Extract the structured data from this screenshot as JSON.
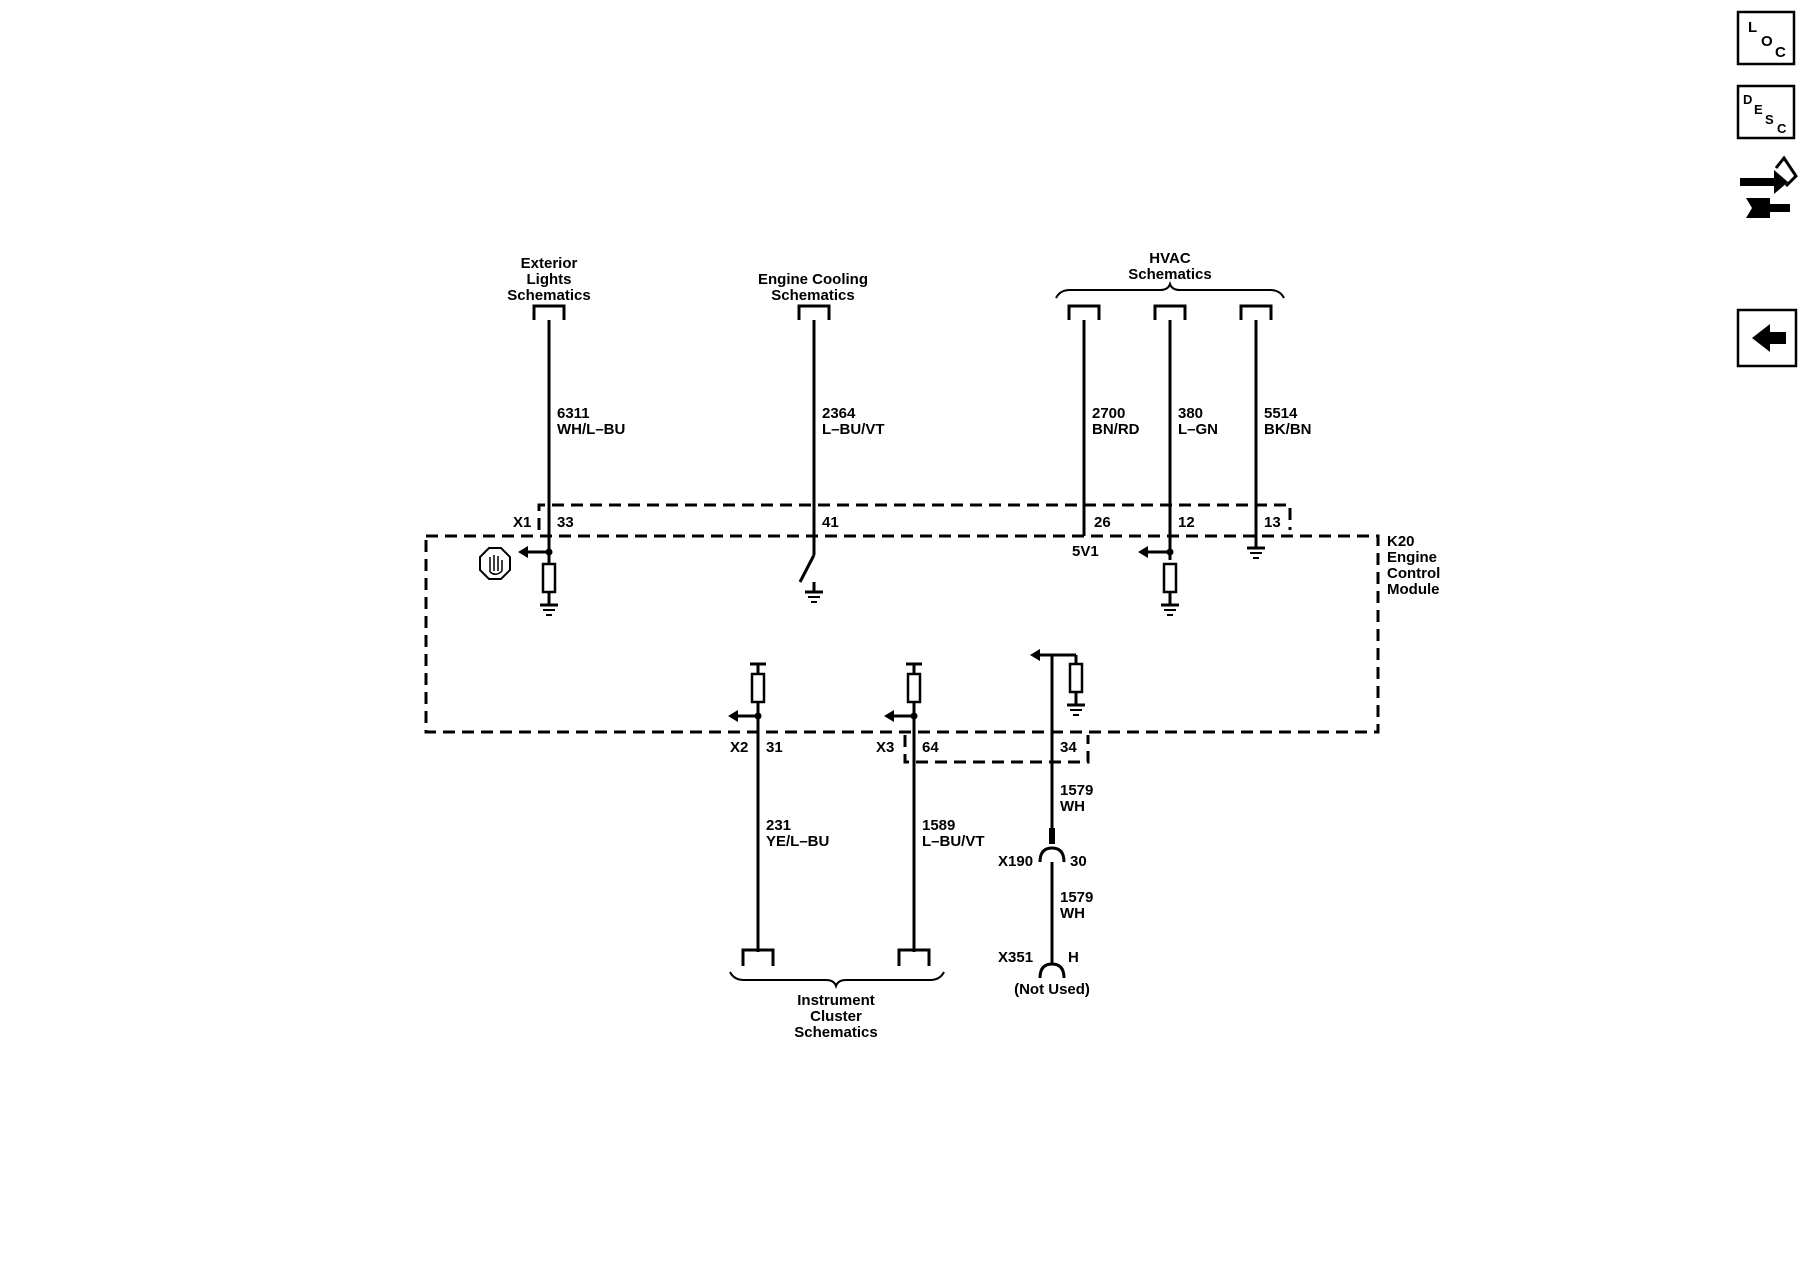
{
  "sidebar": {
    "loc": {
      "l1": "L",
      "l2": "O",
      "l3": "C"
    },
    "desc": {
      "l1": "D",
      "l2": "E",
      "l3": "S",
      "l4": "C"
    }
  },
  "blocks": {
    "exterior_lights": [
      "Exterior",
      "Lights",
      "Schematics"
    ],
    "engine_cooling": [
      "Engine Cooling",
      "Schematics"
    ],
    "hvac": [
      "HVAC",
      "Schematics"
    ],
    "instrument_cluster": [
      "Instrument",
      "Cluster",
      "Schematics"
    ],
    "module": [
      "K20",
      "Engine",
      "Control",
      "Module"
    ]
  },
  "wires": {
    "w6311": {
      "circuit": "6311",
      "color": "WH/L–BU"
    },
    "w2364": {
      "circuit": "2364",
      "color": "L–BU/VT"
    },
    "w2700": {
      "circuit": "2700",
      "color": "BN/RD"
    },
    "w380": {
      "circuit": "380",
      "color": "L–GN"
    },
    "w5514": {
      "circuit": "5514",
      "color": "BK/BN"
    },
    "w231": {
      "circuit": "231",
      "color": "YE/L–BU"
    },
    "w1589": {
      "circuit": "1589",
      "color": "L–BU/VT"
    },
    "w1579a": {
      "circuit": "1579",
      "color": "WH"
    },
    "w1579b": {
      "circuit": "1579",
      "color": "WH"
    }
  },
  "connectors": {
    "x1": "X1",
    "x2": "X2",
    "x3": "X3",
    "x190": "X190",
    "x351": "X351"
  },
  "pins": {
    "p33": "33",
    "p41": "41",
    "p26": "26",
    "p12": "12",
    "p13": "13",
    "p31": "31",
    "p64": "64",
    "p34": "34",
    "p30": "30",
    "pH": "H"
  },
  "labels": {
    "ref_5v": "5V1",
    "not_used": "(Not Used)"
  }
}
